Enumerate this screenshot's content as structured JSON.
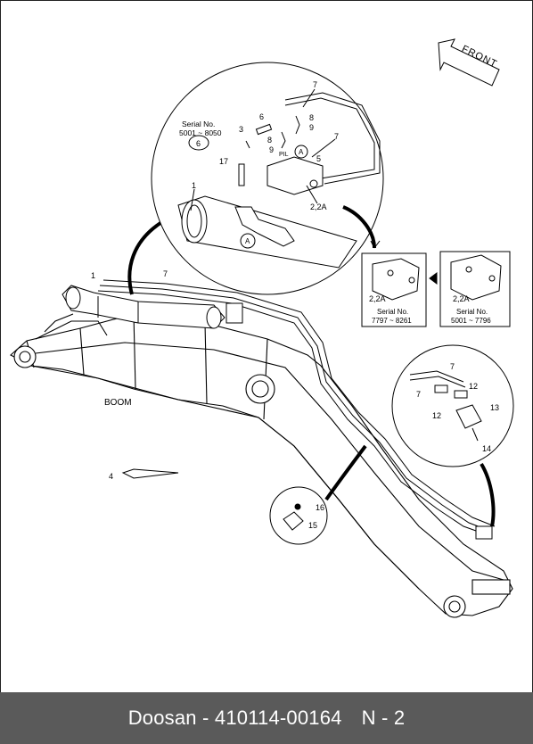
{
  "footer": {
    "brand_code": "Doosan - 410114-00164",
    "page": "N - 2"
  },
  "direction_arrow": "FRONT",
  "boom_label": "BOOM",
  "serials": {
    "detail_top": {
      "label": "Serial No.",
      "range": "5001 ~ 8050"
    },
    "valve_left": {
      "label": "Serial No.",
      "range": "7797 ~ 8261"
    },
    "valve_right": {
      "label": "Serial No.",
      "range": "5001 ~ 7796"
    }
  },
  "callouts": {
    "n1": "1",
    "n2_2a": "2,2A",
    "n3": "3",
    "n4": "4",
    "n5": "5",
    "n6": "6",
    "n7": "7",
    "n8": "8",
    "n9": "9",
    "n12": "12",
    "n13": "13",
    "n14": "14",
    "n15": "15",
    "n16": "16",
    "n17": "17",
    "pil": "PIL",
    "ref_a": "A"
  }
}
